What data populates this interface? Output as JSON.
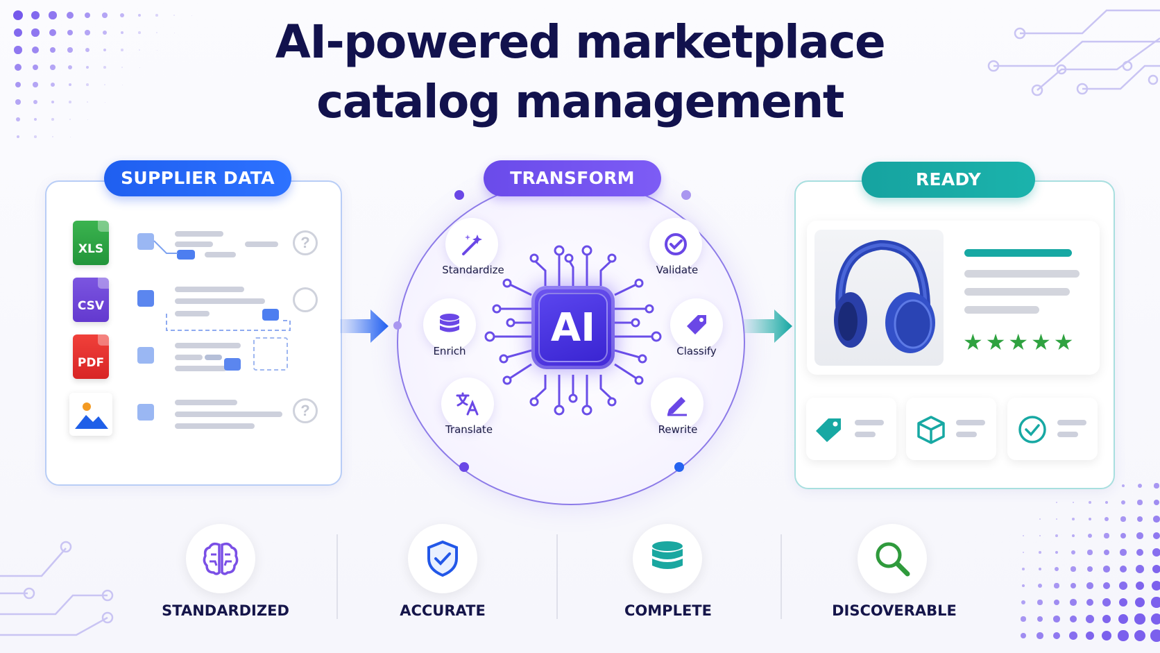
{
  "title": {
    "line1": "AI-powered marketplace",
    "line2": "catalog management"
  },
  "stages": {
    "supplier": "SUPPLIER DATA",
    "transform": "TRANSFORM",
    "ready": "READY"
  },
  "files": [
    {
      "label": "XLS",
      "color": "#2ea645"
    },
    {
      "label": "CSV",
      "color": "#6d45d8"
    },
    {
      "label": "PDF",
      "color": "#e2302c"
    },
    {
      "label": "",
      "icon": "image-icon"
    }
  ],
  "unknown_mark": "?",
  "ai_label": "AI",
  "steps": [
    {
      "label": "Standardize",
      "icon": "magic-wand-icon"
    },
    {
      "label": "Validate",
      "icon": "check-circle-icon"
    },
    {
      "label": "Enrich",
      "icon": "database-icon"
    },
    {
      "label": "Classify",
      "icon": "tag-icon"
    },
    {
      "label": "Translate",
      "icon": "translate-icon"
    },
    {
      "label": "Rewrite",
      "icon": "pencil-icon"
    }
  ],
  "product": {
    "image": "headphones-icon",
    "stars": "★★★★★",
    "badges": [
      "tag-icon",
      "box-icon",
      "check-circle-icon"
    ]
  },
  "benefits": [
    {
      "label": "STANDARDIZED",
      "icon": "brain-icon",
      "color": "#7a4fe6"
    },
    {
      "label": "ACCURATE",
      "icon": "shield-check-icon",
      "color": "#2257e8"
    },
    {
      "label": "COMPLETE",
      "icon": "database-icon",
      "color": "#1aa7a0"
    },
    {
      "label": "DISCOVERABLE",
      "icon": "search-icon",
      "color": "#2f9a3c"
    }
  ],
  "colors": {
    "title": "#12124d",
    "supplier_accent": "#2563f0",
    "transform_accent": "#7452ef",
    "ready_accent": "#17a8a3"
  }
}
